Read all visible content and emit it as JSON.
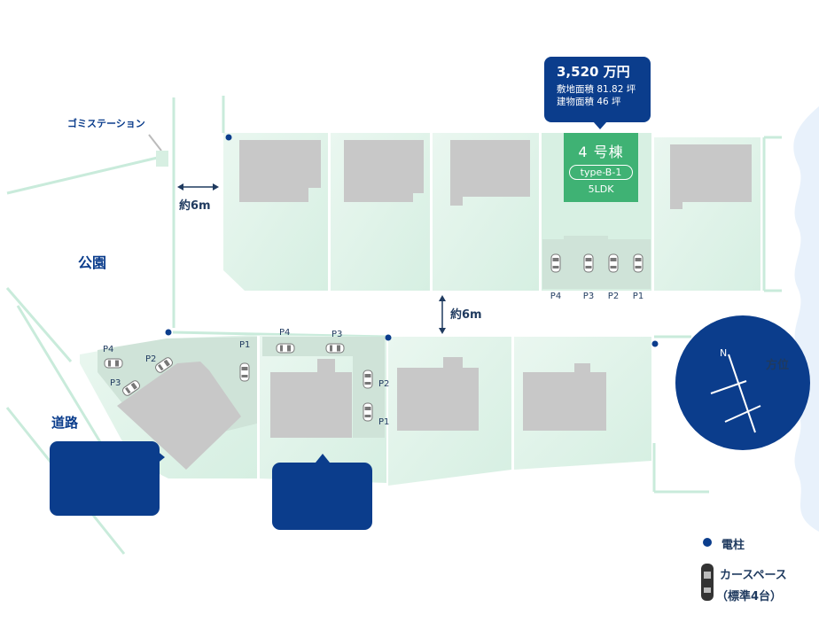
{
  "labels": {
    "garbage_station": "ゴミステーション",
    "road_width_west": "約6m",
    "road_width_center": "約6m",
    "park": "公園",
    "road": "道路",
    "north": "N",
    "compass": "方位"
  },
  "featured_lot": {
    "price": "3,520 万円",
    "land_area": "敷地面積 81.82 坪",
    "building_area": "建物面積 46 坪",
    "lot_number": "4 号棟",
    "type": "type-B-1",
    "layout": "5LDK"
  },
  "parking_labels": {
    "north_row": [
      "P4",
      "P3",
      "P2",
      "P1"
    ],
    "southwest_lot": [
      "P4",
      "P2",
      "P3",
      "P1"
    ],
    "south_lot": [
      "P4",
      "P3",
      "P2",
      "P1"
    ]
  },
  "legend": {
    "utility_pole": "電柱",
    "car_space": "カースペース",
    "car_space_note": "（標準4台）"
  },
  "colors": {
    "navy": "#0b3d8c",
    "lot_fill": "#e3f3ea",
    "featured_lot": "#3fb274",
    "house": "#c8c8c8",
    "road_line": "#bfe5d3"
  }
}
